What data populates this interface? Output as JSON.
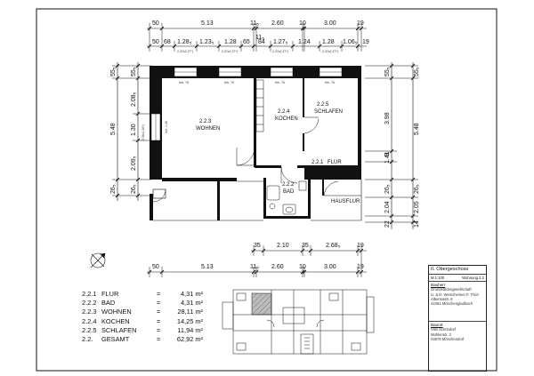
{
  "top_dims": {
    "row1": [
      "50",
      "5.13",
      "11₅",
      "2.60",
      "10",
      "3.00",
      "19"
    ],
    "row2_extra": "11₅",
    "row3": [
      "50",
      "68",
      "1.28₅",
      "1.23₅",
      "1.28",
      "65",
      "84",
      "1.27₅",
      "1.24",
      "1.28",
      "1.06₅",
      "19"
    ],
    "window_notes": [
      "2.37x2.27*)",
      "2.37x2.27*)",
      "2.37x2.27*)",
      "2.37x2.27*)"
    ]
  },
  "left_dims": {
    "outer": [
      "55₅",
      "5.48",
      "26₅"
    ],
    "inner": [
      "55₅",
      "2.08₅",
      "1.30",
      "2.09₅",
      "26₅"
    ],
    "note": "2.06x1.26*)"
  },
  "right_dims": {
    "outer": [
      "55₅",
      "5.48",
      "26₅"
    ],
    "inner": [
      "55₅",
      "3.98",
      "1.41",
      "9",
      "2.05",
      "14"
    ],
    "inner2": [
      "26₅",
      "2.04",
      "22"
    ]
  },
  "bottom_dims": {
    "row1": [
      "35",
      "2.10",
      "35",
      "2.68₅",
      "19"
    ],
    "row2": [
      "50",
      "5.13",
      "11₅",
      "2.60",
      "10",
      "3.00",
      "19"
    ]
  },
  "sill_labels": [
    "brh. 76",
    "brh. 76",
    "brh. 76",
    "brh. 76",
    "brh. 1.26"
  ],
  "rooms": {
    "wohnen": {
      "code": "2.2.3",
      "name": "WOHNEN"
    },
    "kochen": {
      "code": "2.2.4",
      "name": "KOCHEN"
    },
    "schlafen": {
      "code": "2.2.5",
      "name": "SCHLAFEN"
    },
    "flur": {
      "code": "2.2.1",
      "name": "FLUR"
    },
    "bad": {
      "code": "2.2.2",
      "name": "BAD"
    },
    "hausflur": {
      "name": "HAUSFLUR"
    }
  },
  "areas": [
    {
      "num": "2.2.1",
      "name": "FLUR",
      "eq": "=",
      "val": "4,31 m²"
    },
    {
      "num": "2.2.2",
      "name": "BAD",
      "eq": "=",
      "val": "4,31 m²"
    },
    {
      "num": "2.2.3",
      "name": "WOHNEN",
      "eq": "=",
      "val": "28,11 m²"
    },
    {
      "num": "2.2.4",
      "name": "KOCHEN",
      "eq": "=",
      "val": "14,25 m²"
    },
    {
      "num": "2.2.5",
      "name": "SCHLAFEN",
      "eq": "=",
      "val": "11,94 m²"
    },
    {
      "num": "2.2.",
      "name": "GESAMT",
      "eq": "=",
      "val": "62,92 m²"
    }
  ],
  "title_block": {
    "heading": "II. Obergeschoss",
    "scale": "M 1:100",
    "unit": "Wohnung 2.2",
    "bauherr_label": "Bauherr",
    "bauherr_lines": [
      "Grundstücksgesellschaft",
      "U. & D. Weinzheimer F. Thiel",
      "Albertusstr. 8",
      "41061 Mönchengladbach"
    ],
    "bauort_label": "Bauort",
    "bauort_lines": [
      "Villa Schöndorf",
      "Mühlenstr. 3",
      "03878 Mönchendorf"
    ]
  },
  "colors": {
    "line": "#111111",
    "wall": "#111111",
    "hatch": "#555555",
    "bg": "#ffffff"
  }
}
